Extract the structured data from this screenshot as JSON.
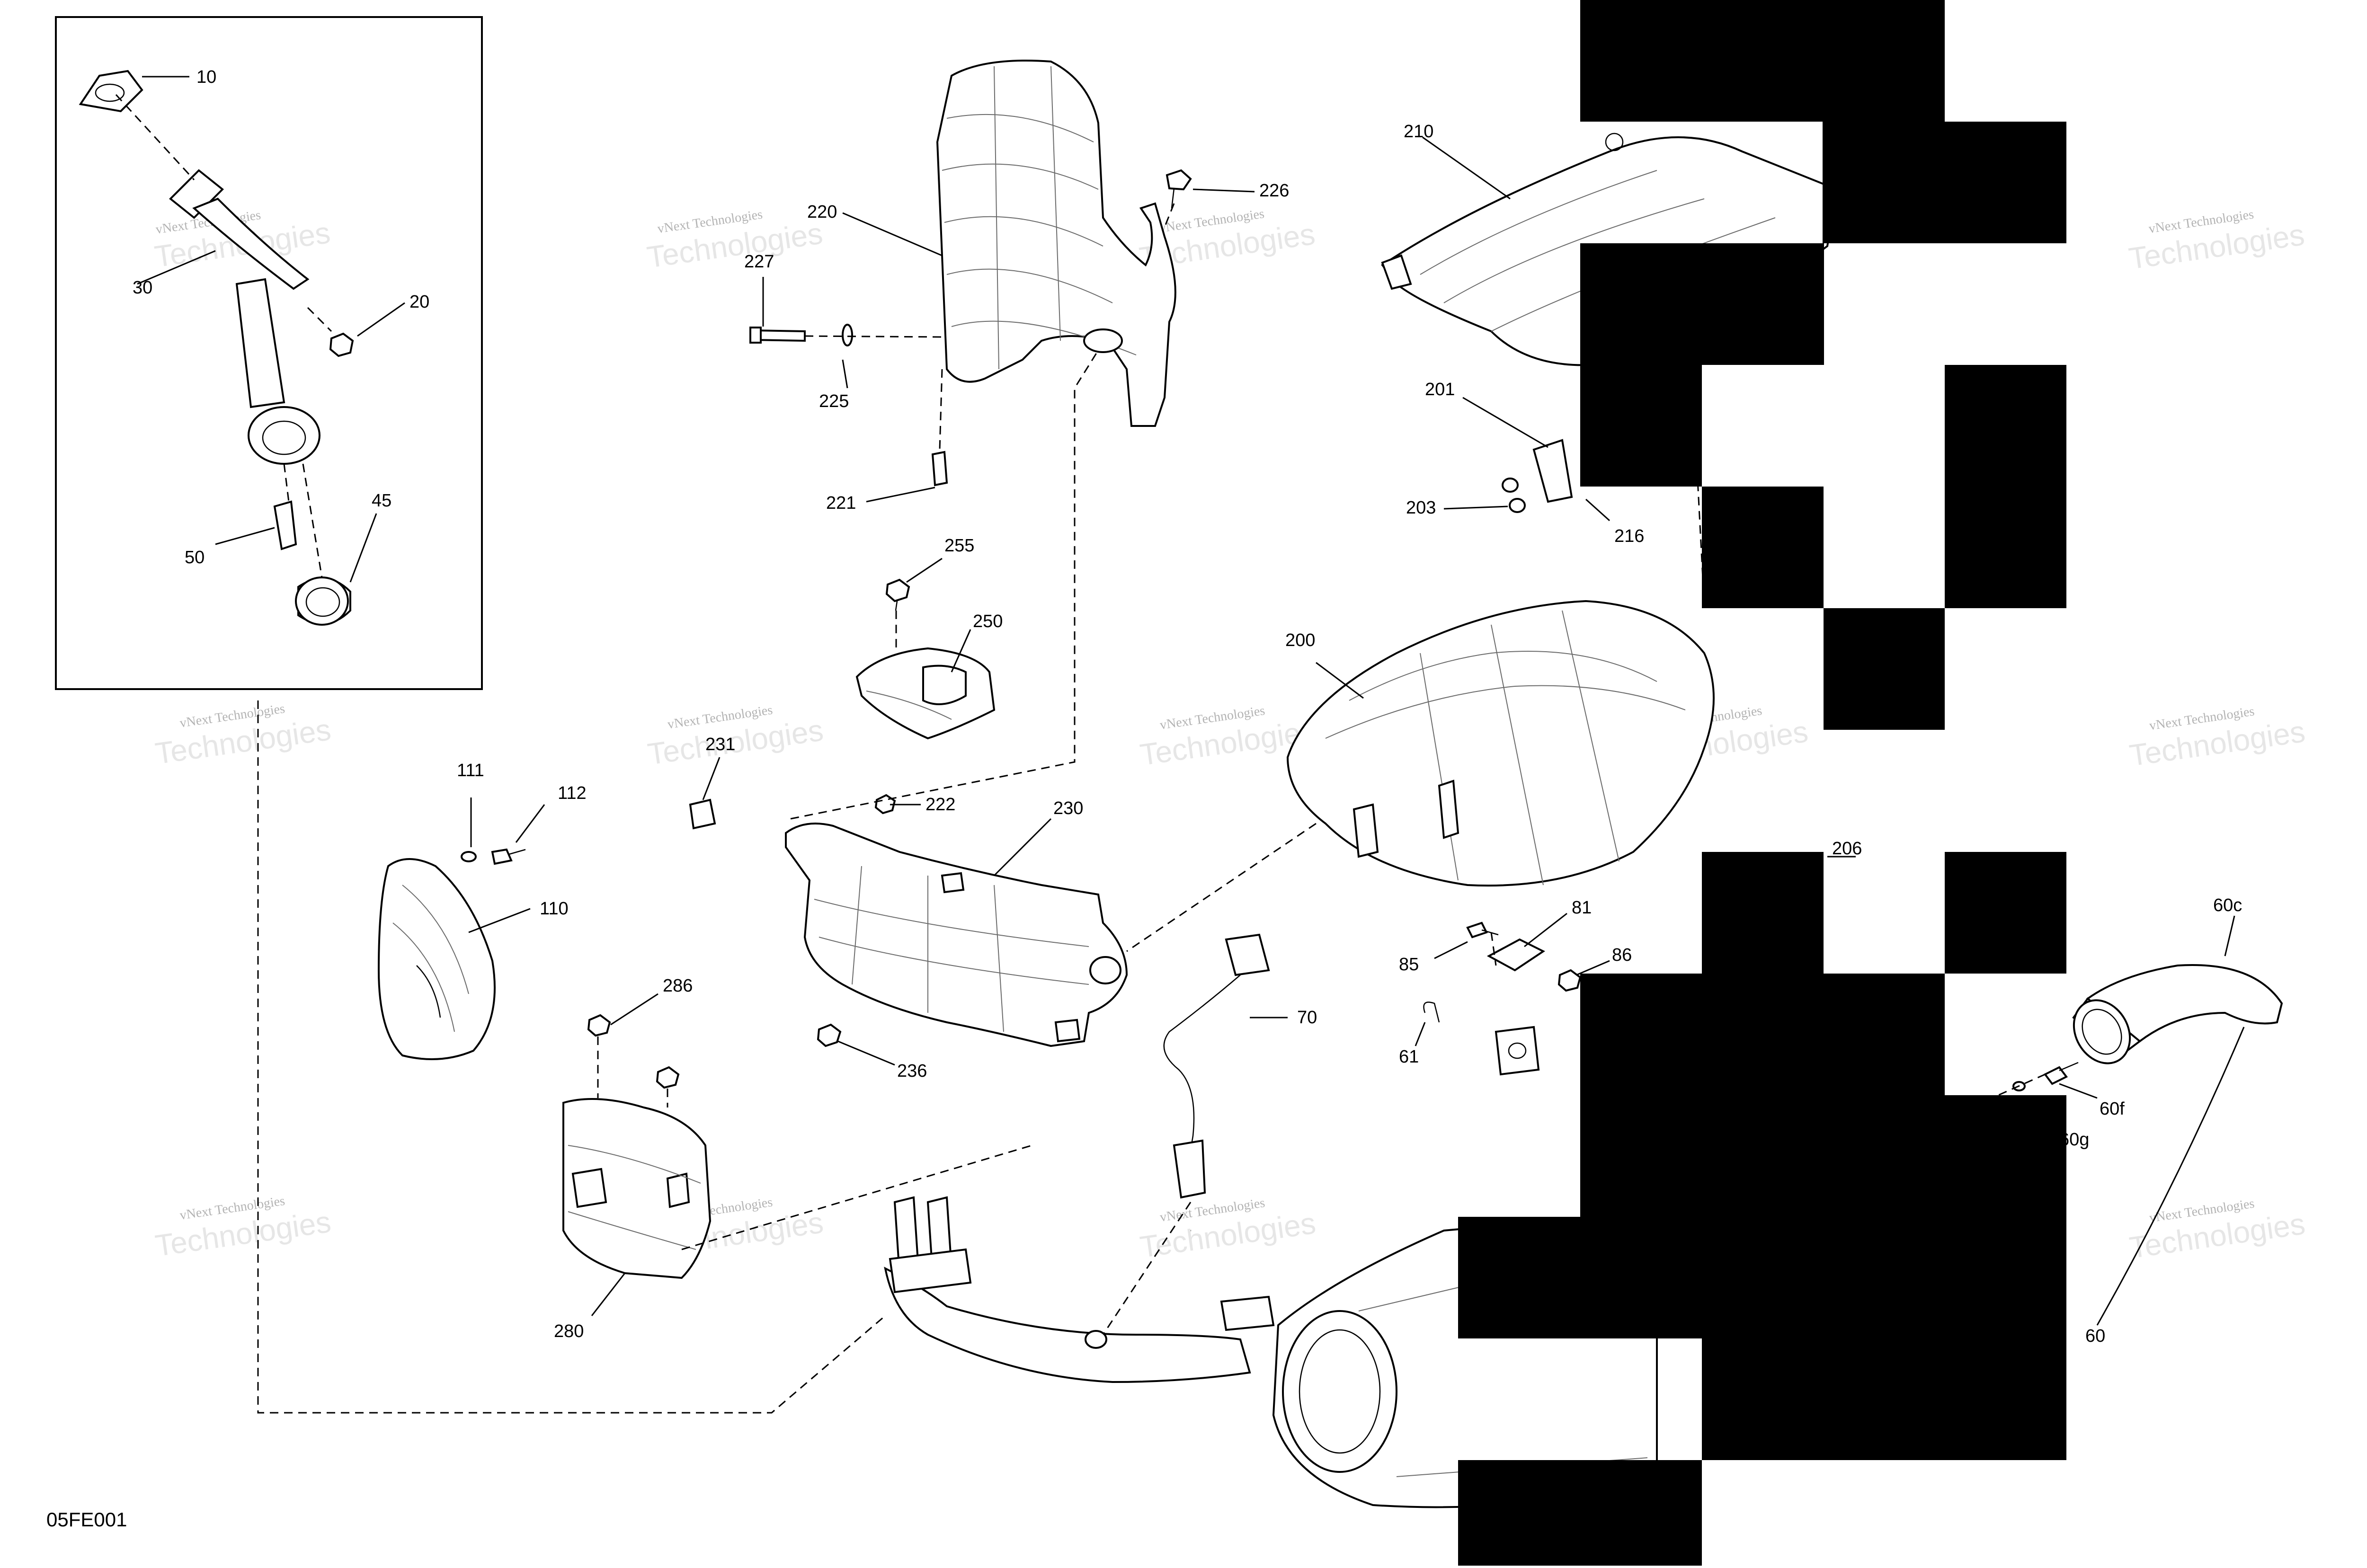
{
  "diagram": {
    "figure_code": "05FE001",
    "watermark_line1": "vNext Technologies",
    "watermark_line2": "Technologies",
    "callouts": {
      "c10": "10",
      "c20": "20",
      "c30": "30",
      "c45": "45",
      "c50": "50",
      "c220": "220",
      "c226": "226",
      "c227": "227",
      "c225": "225",
      "c221": "221",
      "c210": "210",
      "c201": "201",
      "c203": "203",
      "c216": "216",
      "c255": "255",
      "c250": "250",
      "c200": "200",
      "c231": "231",
      "c222": "222",
      "c230": "230",
      "c111": "111",
      "c112": "112",
      "c110": "110",
      "c236": "236",
      "c286": "286",
      "c280": "280",
      "c206": "206",
      "c81": "81",
      "c85": "85",
      "c86": "86",
      "c61": "61",
      "c70": "70",
      "c60c": "60c",
      "c60f": "60f",
      "c60g": "60g",
      "c60": "60"
    }
  }
}
